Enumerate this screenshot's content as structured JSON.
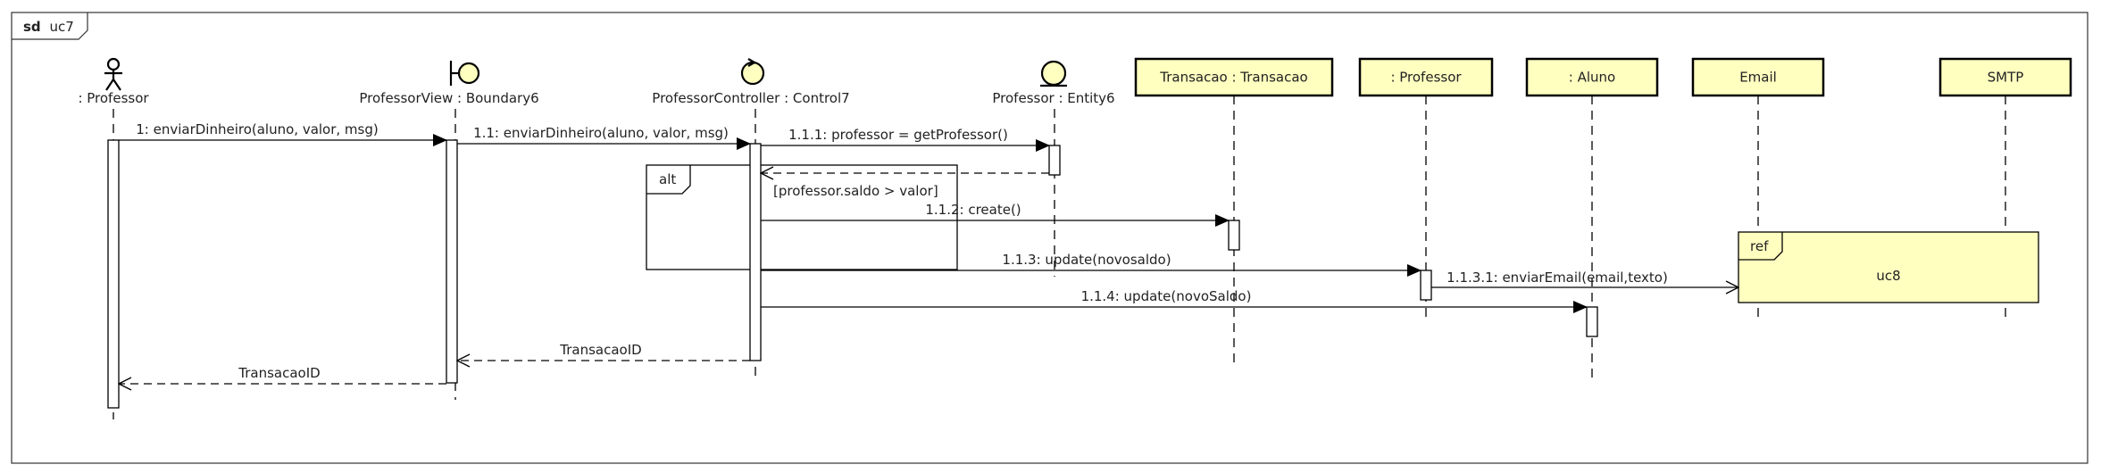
{
  "frame": {
    "keyword": "sd",
    "name": "uc7"
  },
  "lifelines": [
    {
      "id": "professor_actor",
      "label": ": Professor",
      "kind": "actor",
      "icon": "actor-icon"
    },
    {
      "id": "professor_view",
      "label": "ProfessorView : Boundary6",
      "kind": "boundary",
      "icon": "boundary-icon"
    },
    {
      "id": "professor_controller",
      "label": "ProfessorController : Control7",
      "kind": "control",
      "icon": "control-icon"
    },
    {
      "id": "professor_entity",
      "label": "Professor : Entity6",
      "kind": "entity",
      "icon": "entity-icon"
    },
    {
      "id": "transacao",
      "label": "Transacao : Transacao",
      "kind": "box"
    },
    {
      "id": "professor_obj",
      "label": ": Professor",
      "kind": "box"
    },
    {
      "id": "aluno",
      "label": ": Aluno",
      "kind": "box"
    },
    {
      "id": "email",
      "label": "Email",
      "kind": "box"
    },
    {
      "id": "smtp",
      "label": "SMTP",
      "kind": "box"
    }
  ],
  "messages": [
    {
      "label": "1: enviarDinheiro(aluno, valor, msg)",
      "from": "professor_actor",
      "to": "professor_view",
      "type": "sync"
    },
    {
      "label": "1.1: enviarDinheiro(aluno, valor, msg)",
      "from": "professor_view",
      "to": "professor_controller",
      "type": "sync"
    },
    {
      "label": "1.1.1: professor = getProfessor()",
      "from": "professor_controller",
      "to": "professor_entity",
      "type": "sync"
    },
    {
      "label": "",
      "from": "professor_entity",
      "to": "professor_controller",
      "type": "reply"
    },
    {
      "label": "1.1.2: create()",
      "from": "professor_controller",
      "to": "transacao",
      "type": "sync"
    },
    {
      "label": "1.1.3: update(novosaldo)",
      "from": "professor_controller",
      "to": "professor_obj",
      "type": "sync"
    },
    {
      "label": "1.1.3.1: enviarEmail(email,texto)",
      "from": "professor_obj",
      "to": "ref_uc8",
      "type": "async"
    },
    {
      "label": "1.1.4: update(novoSaldo)",
      "from": "professor_controller",
      "to": "aluno",
      "type": "sync"
    },
    {
      "label": "TransacaoID",
      "from": "professor_controller",
      "to": "professor_view",
      "type": "reply"
    },
    {
      "label": "TransacaoID",
      "from": "professor_view",
      "to": "professor_actor",
      "type": "reply"
    }
  ],
  "fragments": {
    "alt": {
      "operator": "alt",
      "guard": "[professor.saldo > valor]"
    },
    "ref": {
      "operator": "ref",
      "target": "uc8"
    }
  },
  "colors": {
    "object_fill": "#FFFFC0",
    "stroke": "#000000",
    "text": "#222222",
    "background": "#FFFFFF"
  }
}
